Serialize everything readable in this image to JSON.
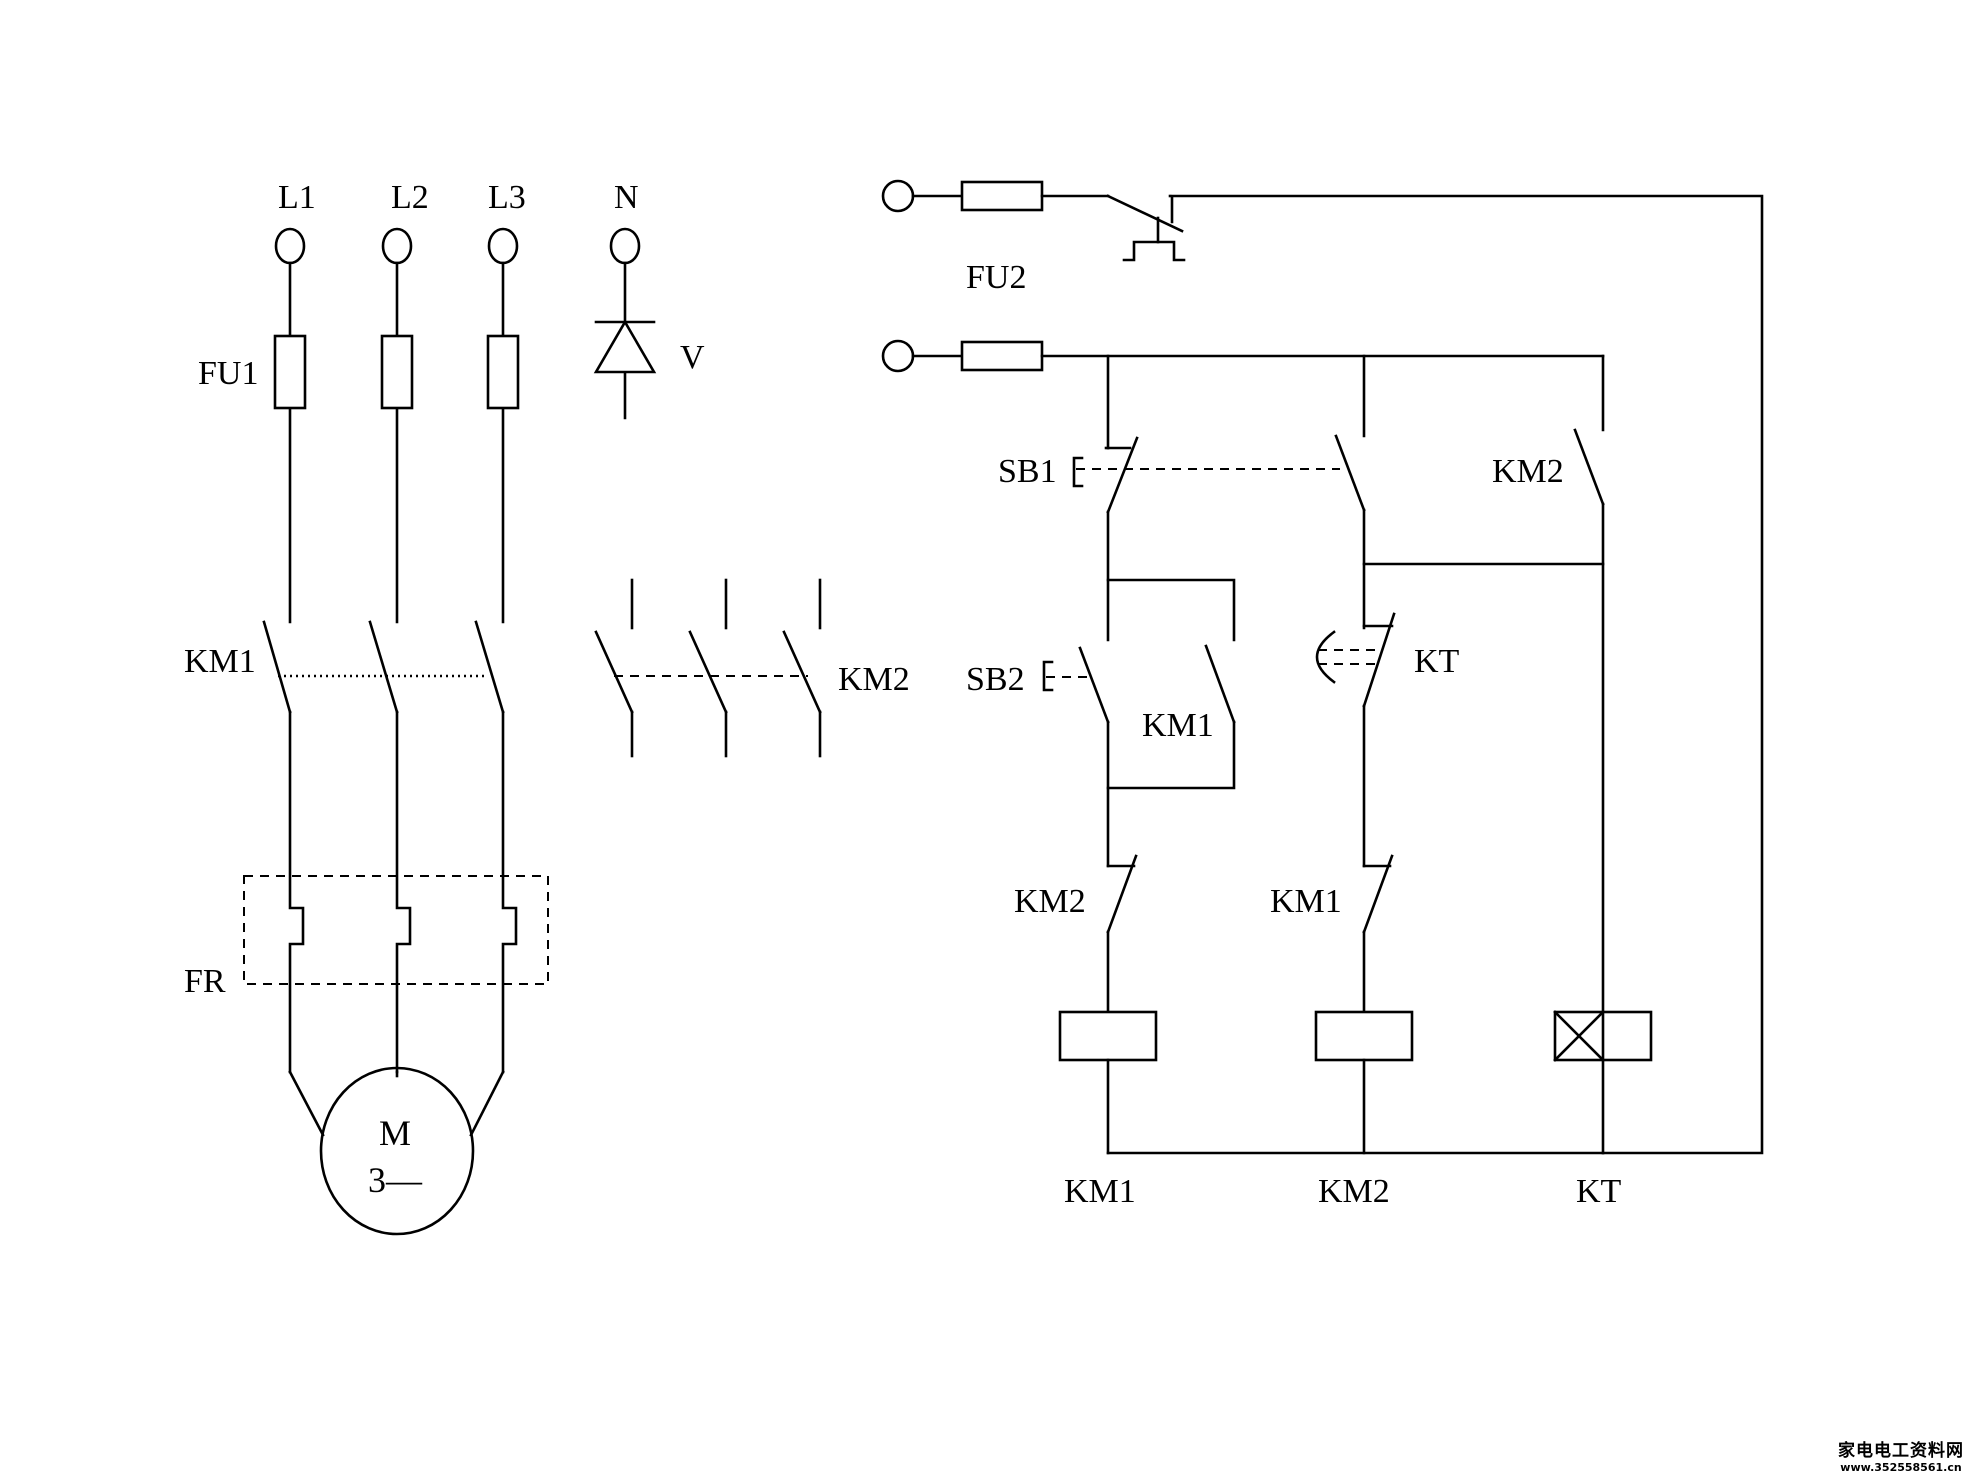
{
  "labels": {
    "L1": "L1",
    "L2": "L2",
    "L3": "L3",
    "N": "N",
    "FU1": "FU1",
    "V": "V",
    "KM1_main": "KM1",
    "KM2_main": "KM2",
    "FR": "FR",
    "motor_M": "M",
    "motor_3": "3—",
    "FU2": "FU2",
    "SB1": "SB1",
    "SB2": "SB2",
    "KM2_hold": "KM2",
    "KM1_aux": "KM1",
    "KT_contact": "KT",
    "KM2_interlock": "KM2",
    "KM1_interlock": "KM1",
    "coil_KM1": "KM1",
    "coil_KM2": "KM2",
    "coil_KT": "KT"
  },
  "watermark": {
    "line1": "家电电工资料网",
    "line2": "www.352558561.cn"
  }
}
